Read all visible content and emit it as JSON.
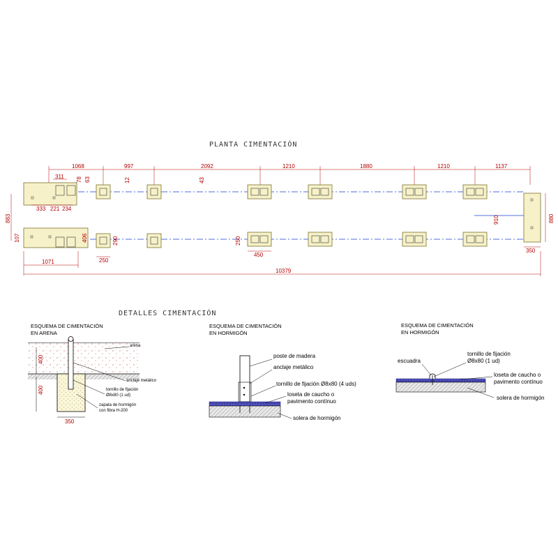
{
  "plan": {
    "title": "PLANTA CIMENTACIÓN",
    "top_dims": [
      "1068",
      "997",
      "2092",
      "1210",
      "1880",
      "1210",
      "1137"
    ],
    "small_dims": {
      "d311": "311",
      "d78": "78",
      "d63": "63",
      "d12": "12",
      "d43": "43",
      "d333": "333",
      "d221": "221",
      "d234": "234",
      "d883": "883",
      "d107": "107",
      "d406": "406",
      "d250a": "250",
      "d250b": "250",
      "d290": "290",
      "d450": "450",
      "d910": "910",
      "d880": "880",
      "d350": "350",
      "d1071": "1071"
    },
    "total_dim": "10379"
  },
  "details": {
    "title": "DETALLES CIMENTACIÓN",
    "arena": {
      "header_1": "ESQUEMA DE CIMENTACIÓN",
      "header_2": "EN ARENA",
      "label_arena": "arena",
      "label_anclaje": "anclaje metálico",
      "label_tornillo_1": "tornillo de fijación",
      "label_tornillo_2": "Ø8x80 (1 ud)",
      "label_zapata_1": "zapata de hormigón",
      "label_zapata_2": "con fibra H-200",
      "dim_400a": "400",
      "dim_400b": "400",
      "dim_350": "350"
    },
    "hormigon_1": {
      "header_1": "ESQUEMA DE CIMENTACIÓN",
      "header_2": "EN HORMIGÓN",
      "label_poste": "poste de madera",
      "label_anclaje": "anclaje metálico",
      "label_tornillo": "tornillo de fijación Ø8x80 (4 uds)",
      "label_loseta_1": "loseta de caucho o",
      "label_loseta_2": "pavimento contínuo",
      "label_solera": "solera de hormigón"
    },
    "hormigon_2": {
      "header_1": "ESQUEMA DE CIMENTACIÓN",
      "header_2": "EN HORMIGÓN",
      "label_escuadra": "escuadra",
      "label_tornillo_1": "tornillo de fijación",
      "label_tornillo_2": "Ø8x80 (1 ud)",
      "label_loseta_1": "loseta de caucho o",
      "label_loseta_2": "pavimento contínuo",
      "label_solera": "solera de hormigón"
    }
  },
  "colors": {
    "dimension": "#b40000",
    "axis": "#1a3fd0",
    "footing_fill": "#f6f1c8",
    "footing_stroke": "#7a7030",
    "paving": "#3a3aa8",
    "hatch": "#777777"
  }
}
